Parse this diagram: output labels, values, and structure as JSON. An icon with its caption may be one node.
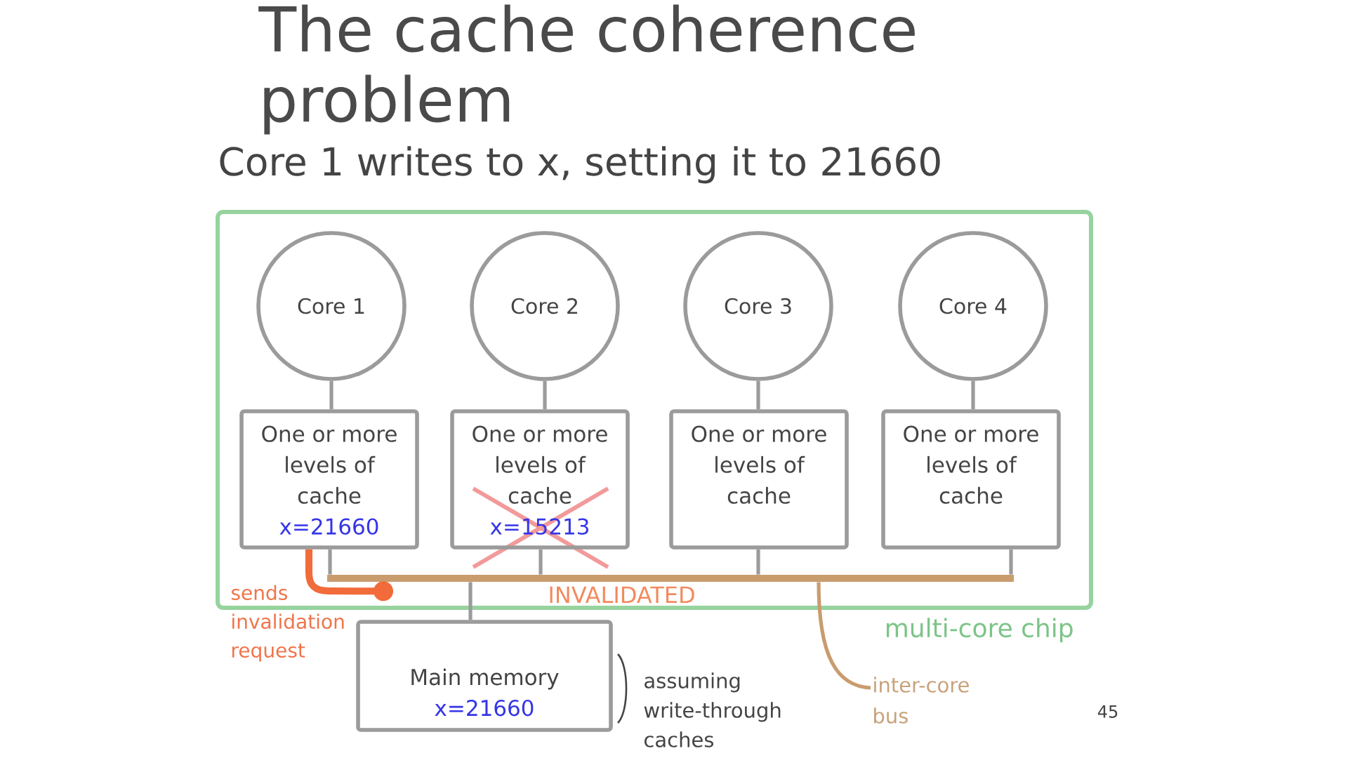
{
  "diagram": {
    "title": "The cache coherence problem",
    "nodes": [
      {
        "text": [
          "multi-core chip"
        ]
      },
      {
        "text": [
          "Core 1"
        ],
        "in": 0
      },
      {
        "text": [
          "Core 2"
        ],
        "in": 0
      },
      {
        "text": [
          "Core 3"
        ],
        "in": 0
      },
      {
        "text": [
          "Core 4"
        ],
        "in": 0
      },
      {
        "text": [
          "One or more levels of cache",
          "x=21660"
        ],
        "in": 0
      },
      {
        "text": [
          "One or more levels of cache",
          "x=15213"
        ],
        "in": 0
      },
      {
        "text": [
          "One or more levels of cache"
        ],
        "in": 0
      },
      {
        "text": [
          "One or more levels of cache"
        ],
        "in": 0
      },
      {
        "text": [],
        "shape": "bar",
        "in": 0
      },
      {
        "text": [
          "Main memory",
          "x=21660"
        ]
      },
      {
        "text": [
          "inter-core bus"
        ]
      }
    ],
    "edges": [
      {
        "from": 1,
        "to": 5,
        "arrow": "none"
      },
      {
        "from": 2,
        "to": 6,
        "arrow": "none"
      },
      {
        "from": 3,
        "to": 7,
        "arrow": "none"
      },
      {
        "from": 4,
        "to": 8,
        "arrow": "none"
      },
      {
        "from": 5,
        "to": 9,
        "arrow": "none"
      },
      {
        "from": 6,
        "to": 9,
        "arrow": "none"
      },
      {
        "from": 7,
        "to": 9,
        "arrow": "none"
      },
      {
        "from": 8,
        "to": 9,
        "arrow": "none"
      },
      {
        "from": 9,
        "to": 10,
        "arrow": "none"
      },
      {
        "from": 5,
        "to": 9,
        "arrow": "other",
        "label": "sends invalidation request",
        "style": "thick",
        "color": "#f26b3a"
      },
      {
        "from": 11,
        "to": 9,
        "arrow": "none",
        "color": "#c99c6e"
      }
    ],
    "labels": [
      "Core 1 writes to x, setting it to 21660",
      "INVALIDATED",
      "assuming write-through caches",
      "45"
    ]
  }
}
